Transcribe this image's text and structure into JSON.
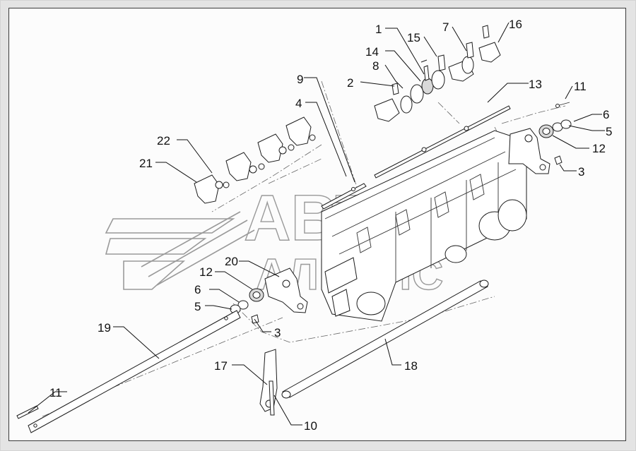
{
  "watermark": {
    "line1": "АВТО",
    "line2": "АЛЬЯНС"
  },
  "callouts": [
    {
      "id": "c1",
      "label": "1"
    },
    {
      "id": "c15",
      "label": "15"
    },
    {
      "id": "c7",
      "label": "7"
    },
    {
      "id": "c16",
      "label": "16"
    },
    {
      "id": "c14",
      "label": "14"
    },
    {
      "id": "c8",
      "label": "8"
    },
    {
      "id": "c2",
      "label": "2"
    },
    {
      "id": "c9",
      "label": "9"
    },
    {
      "id": "c13",
      "label": "13"
    },
    {
      "id": "c11a",
      "label": "11"
    },
    {
      "id": "c4",
      "label": "4"
    },
    {
      "id": "c6a",
      "label": "6"
    },
    {
      "id": "c5a",
      "label": "5"
    },
    {
      "id": "c12a",
      "label": "12"
    },
    {
      "id": "c3a",
      "label": "3"
    },
    {
      "id": "c22",
      "label": "22"
    },
    {
      "id": "c21",
      "label": "21"
    },
    {
      "id": "c20",
      "label": "20"
    },
    {
      "id": "c12b",
      "label": "12"
    },
    {
      "id": "c6b",
      "label": "6"
    },
    {
      "id": "c5b",
      "label": "5"
    },
    {
      "id": "c3b",
      "label": "3"
    },
    {
      "id": "c19",
      "label": "19"
    },
    {
      "id": "c17",
      "label": "17"
    },
    {
      "id": "c18",
      "label": "18"
    },
    {
      "id": "c11b",
      "label": "11"
    },
    {
      "id": "c10",
      "label": "10"
    }
  ]
}
